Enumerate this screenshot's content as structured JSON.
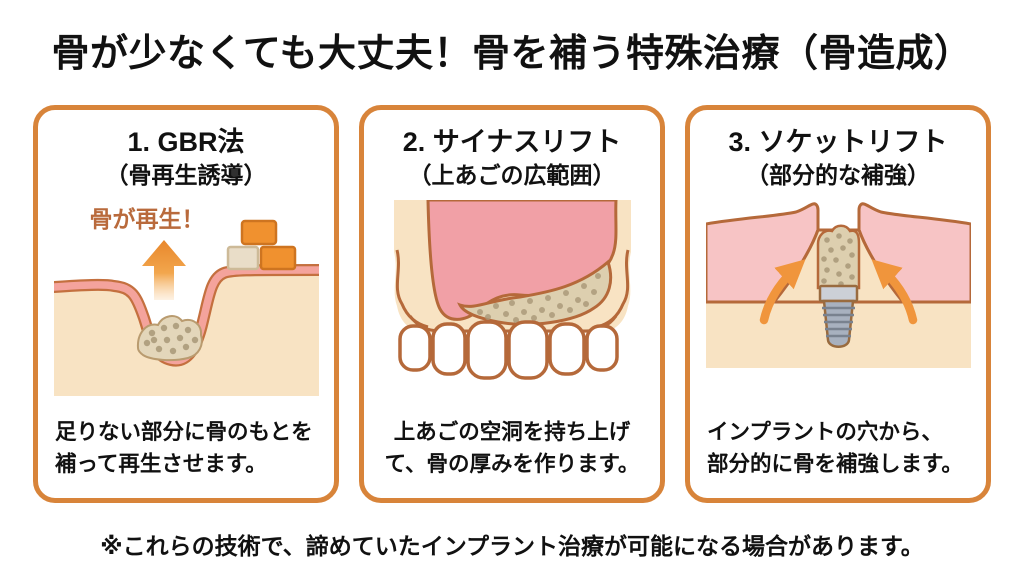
{
  "title": "骨が少なくても大丈夫！骨を補う特殊治療（骨造成）",
  "panels": [
    {
      "heading": "1. GBR法",
      "subheading": "（骨再生誘導）",
      "illustration_label": "骨が再生！",
      "description_line1": "足りない部分に骨のもとを",
      "description_line2": "補って再生させます。"
    },
    {
      "heading": "2. サイナスリフト",
      "subheading": "（上あごの広範囲）",
      "description_line1": "上あごの空洞を持ち上げ",
      "description_line2": "て、骨の厚みを作ります。"
    },
    {
      "heading": "3. ソケットリフト",
      "subheading": "（部分的な補強）",
      "description_line1": "インプラントの穴から、",
      "description_line2": "部分的に骨を補強します。"
    }
  ],
  "footnote": "※これらの技術で、諦めていたインプラント治療が可能になる場合があります。",
  "colors": {
    "panel_border": "#D8843A",
    "text": "#111111",
    "bone_cream": "#F8E3C3",
    "gum_band_pink": "#F4A39C",
    "gum_light_pink": "#F7C4C5",
    "sinus_pink": "#F1A0A6",
    "outline_brown": "#B5693A",
    "graft_fill": "#E0D2B5",
    "graft_dot": "#A99878",
    "arrow_orange": "#F0953C",
    "block_orange": "#F0912F",
    "block_beige": "#E9DDC8",
    "implant_gray": "#A8B1BF",
    "label_orange": "#B96A3C"
  }
}
